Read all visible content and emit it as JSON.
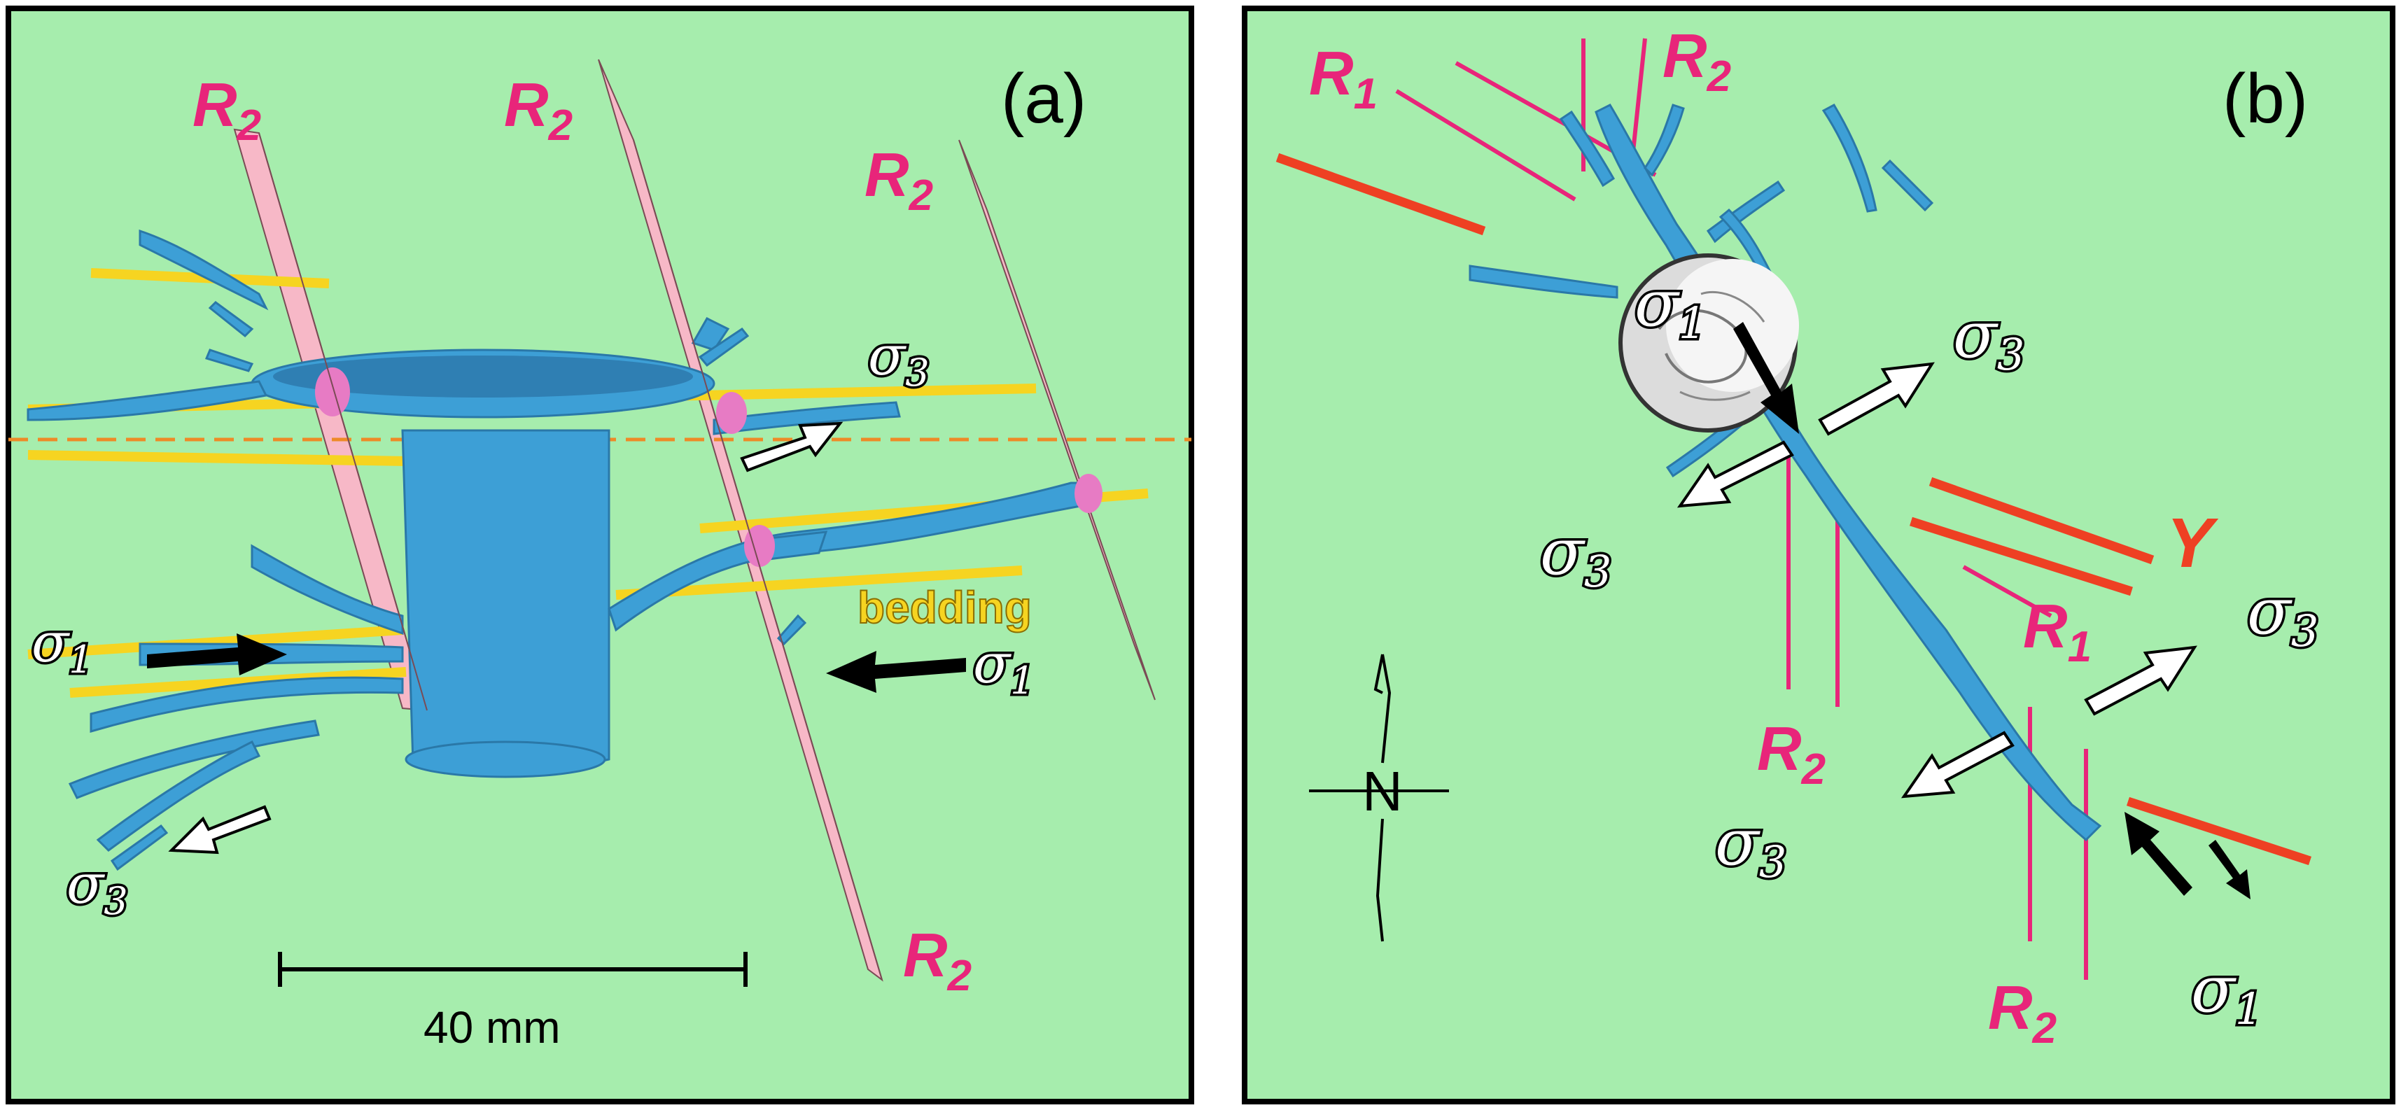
{
  "panel_a": {
    "label": "(a)",
    "r2_labels": [
      "R",
      "R",
      "R",
      "R"
    ],
    "r2_subscript": "2",
    "sigma_symbol": "σ",
    "sigma3_subscript": "3",
    "sigma1_subscript": "1",
    "bedding_label": "bedding",
    "scale_label": "40 mm"
  },
  "panel_b": {
    "label": "(b)",
    "r_symbol": "R",
    "r1_subscript": "1",
    "r2_subscript": "2",
    "sigma_symbol": "σ",
    "sigma3_subscript": "3",
    "sigma1_subscript": "1",
    "y_label": "Y",
    "north_label": "N"
  },
  "colors": {
    "background": "#a6edad",
    "border": "#000000",
    "fracture_blue": "#3d9fd6",
    "fracture_dark": "#2f7fb3",
    "plane_pink": "#f7b8c7",
    "label_magenta": "#e8257a",
    "bedding_yellow": "#f6d421",
    "y_red": "#ee4023",
    "dashed_orange": "#ee8a27"
  }
}
